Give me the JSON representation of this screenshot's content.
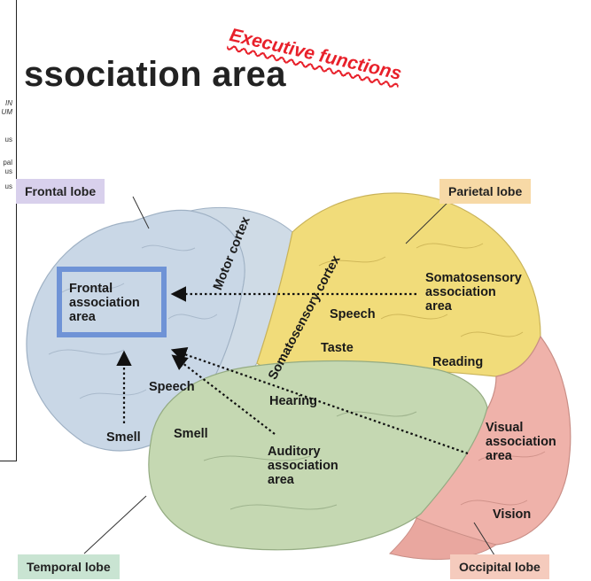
{
  "header": {
    "annotation": "Executive functions",
    "title": "ssociation area"
  },
  "left_panel": {
    "fragments": [
      "IN",
      "UM",
      "us",
      "pal",
      "us",
      "us"
    ]
  },
  "lobes": {
    "frontal": "Frontal lobe",
    "parietal": "Parietal lobe",
    "temporal": "Temporal lobe",
    "occipital": "Occipital lobe"
  },
  "regions": {
    "frontal_association": [
      "Frontal",
      "association",
      "area"
    ],
    "motor_cortex": "Motor cortex",
    "somatosensory_cortex": "Somatosensory cortex",
    "somatosensory_association": [
      "Somatosensory",
      "association",
      "area"
    ],
    "speech_parietal": "Speech",
    "taste": "Taste",
    "reading": "Reading",
    "speech_frontal": "Speech",
    "hearing": "Hearing",
    "smell_1": "Smell",
    "smell_2": "Smell",
    "auditory_association": [
      "Auditory",
      "association",
      "area"
    ],
    "visual_association": [
      "Visual",
      "association",
      "area"
    ],
    "vision": "Vision"
  },
  "colors": {
    "frontal": "#c9d7e6",
    "parietal": "#f1dc7a",
    "temporal": "#c5d8b2",
    "occipital": "#efb2aa",
    "frontal_tag": "#d8d0ec",
    "parietal_tag": "#f7d9a6",
    "temporal_tag": "#c9e4d2",
    "occipital_tag": "#f5cbbd",
    "highlight": "#6f93d6",
    "annotation": "#e8202a"
  }
}
